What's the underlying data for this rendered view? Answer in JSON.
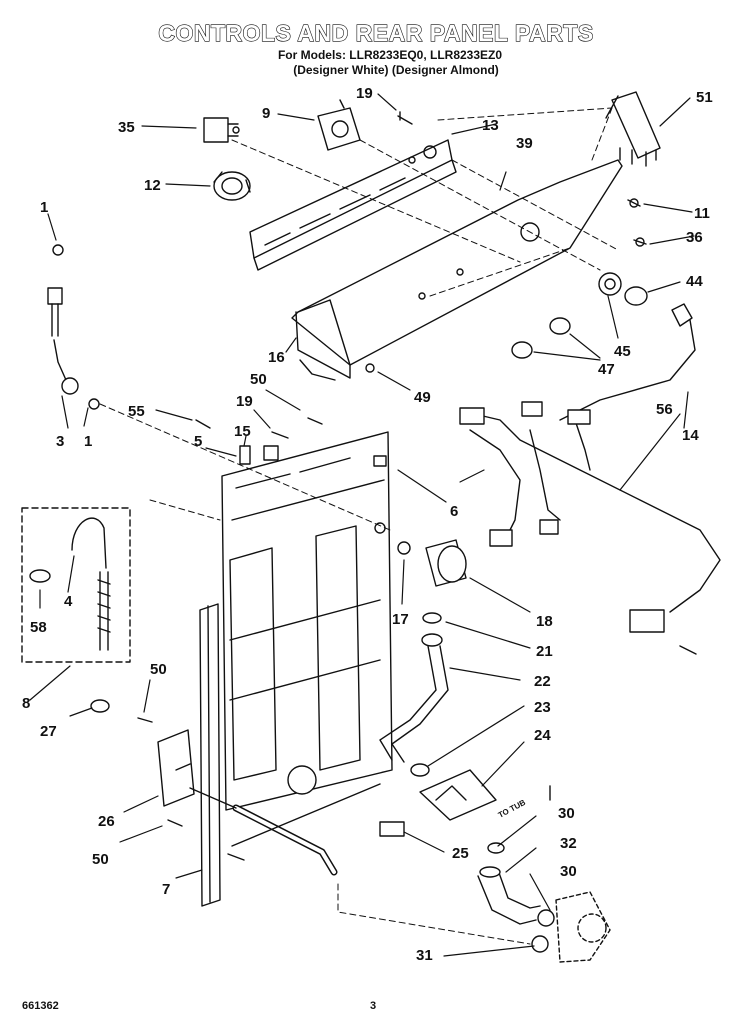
{
  "header": {
    "title": "CONTROLS AND REAR PANEL PARTS",
    "models_line": "For Models: LLR8233EQ0, LLR8233EZ0",
    "variants_line": "(Designer White)  (Designer Almond)"
  },
  "callouts": [
    "1",
    "1",
    "3",
    "4",
    "5",
    "6",
    "7",
    "8",
    "9",
    "11",
    "12",
    "13",
    "14",
    "15",
    "16",
    "17",
    "18",
    "19",
    "19",
    "21",
    "22",
    "23",
    "24",
    "25",
    "26",
    "27",
    "30",
    "30",
    "31",
    "32",
    "35",
    "36",
    "39",
    "44",
    "45",
    "47",
    "49",
    "50",
    "50",
    "50",
    "51",
    "55",
    "56",
    "58"
  ],
  "notes": {
    "to_tub": "TO TUB"
  },
  "footer": {
    "code": "661362",
    "page": "3"
  },
  "colors": {
    "ink": "#111111",
    "paper": "#ffffff"
  }
}
